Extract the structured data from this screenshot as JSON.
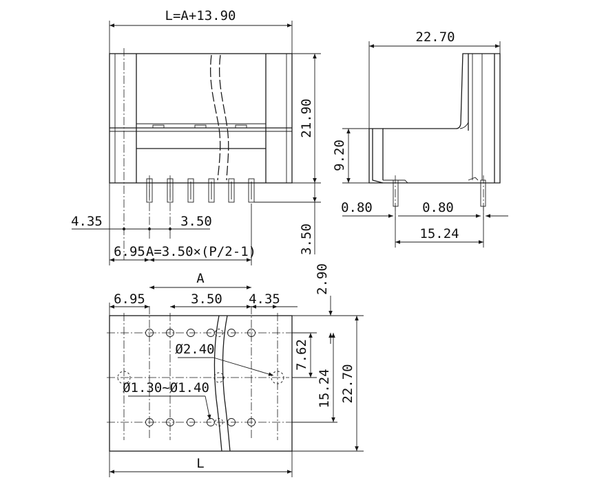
{
  "front_view": {
    "length": "L=A+13.90",
    "height": "21.90",
    "edge_offset": "4.35",
    "pitch": "3.50",
    "pin_tail": "3.50",
    "first_pin": "6.95",
    "span": "A=3.50×(P/2-1)"
  },
  "side_view": {
    "depth": "22.70",
    "body_height": "9.20",
    "pin_thickness_left": "0.80",
    "pin_thickness_right": "0.80",
    "row_spacing": "15.24"
  },
  "pcb_layout": {
    "span": "A",
    "first_pin": "6.95",
    "pitch": "3.50",
    "edge_offset": "4.35",
    "margin": "2.90",
    "hole_diameter": "Ø2.40",
    "pin_hole_diameter": "Ø1.30~Ø1.40",
    "peg_offset": "7.62",
    "row_spacing": "15.24",
    "width": "22.70",
    "length": "L"
  }
}
